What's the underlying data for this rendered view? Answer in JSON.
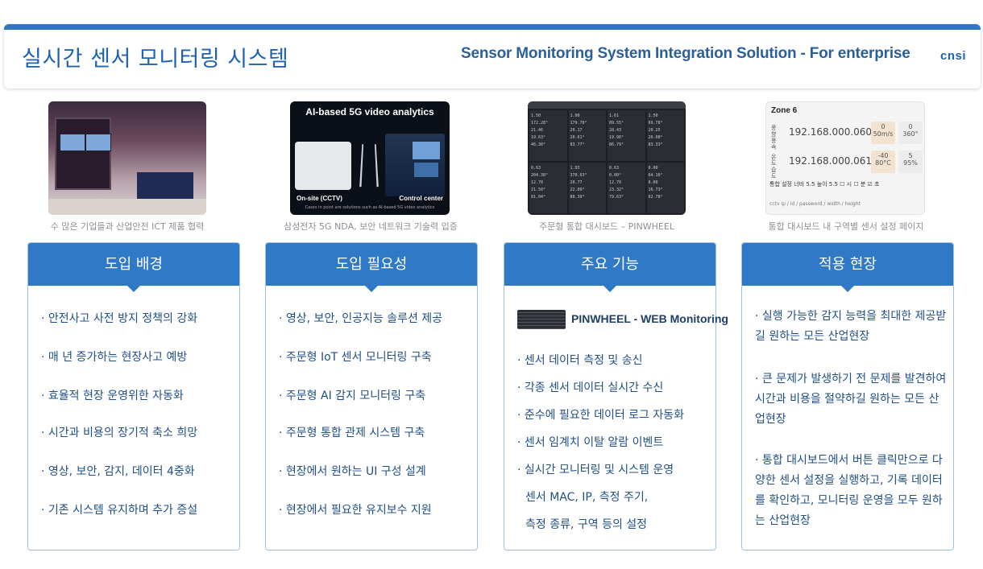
{
  "header": {
    "title": "실시간 센서 모니터링 시스템",
    "subtitle": "Sensor Monitoring System Integration Solution - For enterprise",
    "logo": "cnsi"
  },
  "photos": [
    {
      "caption": "수 많은 기업들과 산업안전 ICT 제품 협력"
    },
    {
      "caption": "삼성전자 5G NDA, 보안 네트워크 기술력 입증",
      "title": "AI-based 5G video analytics",
      "left_label": "On-site (CCTV)",
      "right_label": "Control center",
      "footnote": "Cases in point are solutions such as AI-based 5G video analytics"
    },
    {
      "caption": "주문형 통합 대시보드 – PINWHEEL",
      "cells": [
        [
          "1.50",
          "172.28°",
          "21.46",
          "19.63°",
          "46.30°"
        ],
        [
          "1.00",
          "179.78°",
          "20.17",
          "20.61°",
          "83.77°"
        ],
        [
          "1.61",
          "89.55°",
          "28.43",
          "19.96°",
          "86.79°"
        ],
        [
          "1.50",
          "69.78°",
          "20.25",
          "20.08°",
          "83.33°"
        ],
        [
          "0.63",
          "204.38°",
          "12.70",
          "21.50°",
          "81.04°"
        ],
        [
          "1.03",
          "370.63°",
          "20.77",
          "22.09°",
          "80.39°"
        ],
        [
          "0.63",
          "0.00°",
          "12.70",
          "23.32°",
          "79.63°"
        ],
        [
          "0.00",
          "64.10°",
          "0.00",
          "16.73°",
          "62.78°"
        ]
      ]
    },
    {
      "caption": "통합 대시보드 내 구역별 센서 설정 페이지",
      "zone": "Zone 6",
      "row1": {
        "label": "풍향 풍속",
        "ip": "192.168.000.060",
        "a": "0",
        "a_unit": "50m/s",
        "b": "0",
        "b_unit": "360°"
      },
      "row2": {
        "label": "온도 습도",
        "ip": "192.168.000.061",
        "a": "-40",
        "a_unit": "80°C",
        "b": "5",
        "b_unit": "95%"
      },
      "row3": {
        "label": "통합 설정",
        "text": "너비 5.5  높이 5.5  ☐ 시 ☐ 분 ☑ 초"
      },
      "row4": "cctv ip / id / password / width / height"
    }
  ],
  "cards": [
    {
      "title": "도입 배경",
      "items": [
        "· 안전사고 사전 방지 정책의 강화",
        "· 매 년 증가하는 현장사고 예방",
        "· 효율적 현장 운영위한 자동화",
        "· 시간과 비용의 장기적 축소 희망",
        "· 영상, 보안, 감지, 데이터 4중화",
        "· 기존 시스템 유지하며 추가 증설"
      ]
    },
    {
      "title": "도입 필요성",
      "items": [
        "· 영상, 보안, 인공지능 솔루션 제공",
        "· 주문형 IoT 센서 모니터링 구축",
        "· 주문형 AI 감지 모니터링 구축",
        "· 주문형 통합 관제 시스템 구축",
        "· 현장에서 원하는 UI 구성 설계",
        "· 현장에서 필요한 유지보수 지원"
      ]
    },
    {
      "title": "주요 기능",
      "product": "PINWHEEL - WEB Monitoring",
      "items": [
        "· 센서 데이터 측정 및 송신",
        "· 각종 센서 데이터 실시간 수신",
        "· 준수에 필요한 데이터 로그 자동화",
        "· 센서 임계치 이탈 알람 이벤트",
        "· 실시간 모니터링 및 시스템 운영",
        "센서 MAC, IP, 측정 주기,",
        "측정 종류, 구역 등의 설정"
      ]
    },
    {
      "title": "적용 현장",
      "items": [
        "· 실행 가능한 감지 능력을 최대한 제공받길 원하는 모든 산업현장",
        "· 큰 문제가 발생하기 전 문제를 발견하여 시간과 비용을 절약하길 원하는 모든 산업현장",
        "· 통합 대시보드에서 버튼 클릭만으로 다양한 센서 설정을 실행하고, 기록 데이터를 확인하고, 모니터링 운영을 모두 원하는 산업현장"
      ]
    }
  ]
}
